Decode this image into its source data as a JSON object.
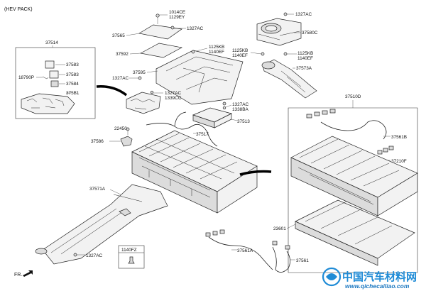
{
  "header": {
    "vehicle_note": "(HEV PACK)"
  },
  "labels": {
    "p1014CE": "1014CE",
    "p1129EY": "1129EY",
    "p37565": "37565",
    "p1327AC_top": "1327AC",
    "p1327AC_right": "1327AC",
    "p37580C": "37580C",
    "p37514": "37514",
    "p37583a": "37583",
    "p18790P": "18790P",
    "p37583b": "37583",
    "p37584": "37584",
    "p37581": "375B1",
    "p37592": "37592",
    "p1125KB_a": "1125KB",
    "p1140EF_a": "1140EF",
    "p1125KB_b": "1125KB",
    "p1140EF_b": "1140EF",
    "p1125KB_c": "1125KB",
    "p1140EF_c": "1140EF",
    "p37573A": "37573A",
    "p37595": "37595",
    "p1327AC_left": "1327AC",
    "p1327AC_mid": "1327AC",
    "p1339CC": "1339CC",
    "p1327AC_c": "1327AC",
    "p1338BA": "1338BA",
    "p37510D": "37510D",
    "p37513": "37513",
    "p37517": "37517",
    "p22450": "22450",
    "p37586": "37586",
    "p37561B": "37561B",
    "p37210F": "37210F",
    "p37571A": "37571A",
    "p23601": "23601",
    "p37561A": "37561A",
    "p1140FZ": "1140FZ",
    "p1327AC_bottom": "1327AC",
    "p37561": "37561",
    "fr": "FR."
  },
  "watermark": {
    "title": "中国汽车材料网",
    "url": "www.qichecailiao.com",
    "color_title": "#1f8bd6",
    "color_url": "#1a77c0"
  }
}
